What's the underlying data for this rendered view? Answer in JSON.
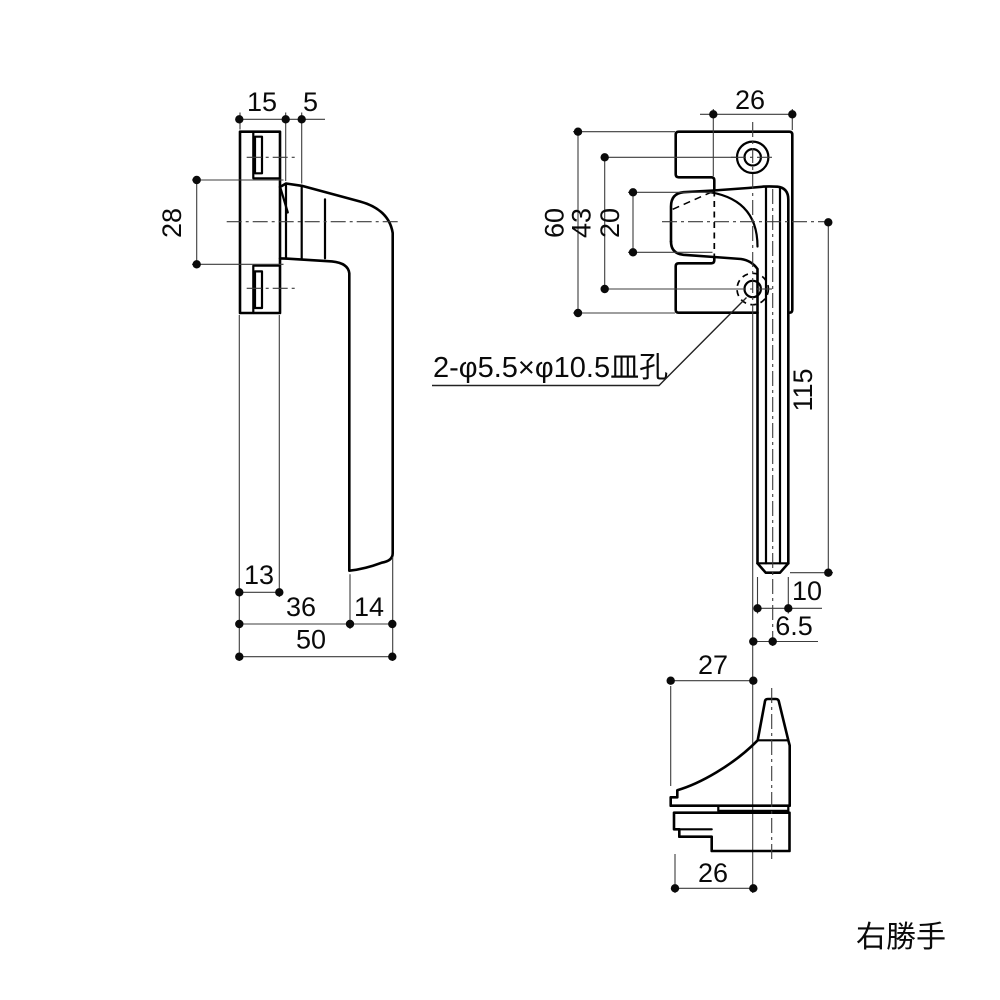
{
  "drawing": {
    "handedness": "右勝手",
    "hole_note": "2-φ5.5×φ10.5皿孔",
    "side_view": {
      "d15": "15",
      "d5": "5",
      "d28": "28",
      "d13": "13",
      "d36": "36",
      "d14": "14",
      "d50": "50"
    },
    "front_view": {
      "d26": "26",
      "d60": "60",
      "d43": "43",
      "d20": "20",
      "d115": "115",
      "d10": "10",
      "d6_5": "6.5"
    },
    "bottom_view": {
      "d27": "27",
      "d26": "26"
    }
  }
}
